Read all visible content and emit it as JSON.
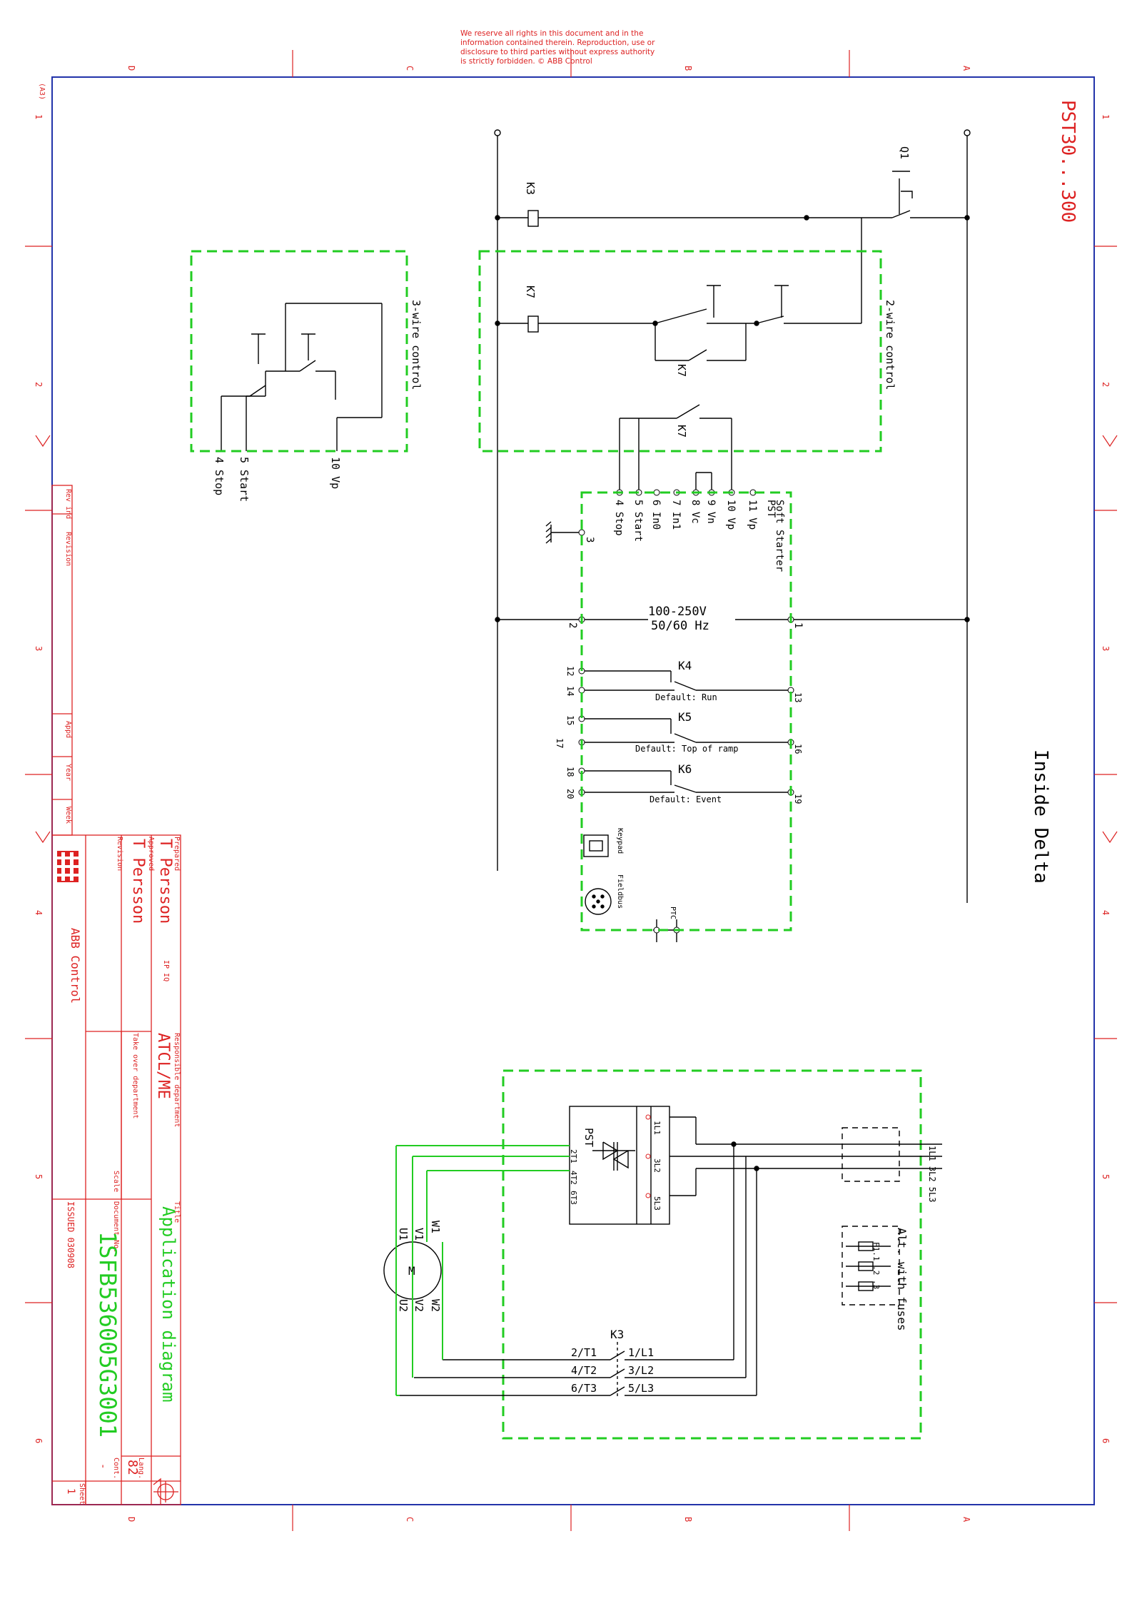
{
  "copyright": [
    "We reserve all rights in this document and in the",
    "information contained therein. Reproduction, use or",
    "disclosure to third parties without express authority",
    "is strictly forbidden. © ABB Control"
  ],
  "frame": {
    "col_letters": [
      "D",
      "C",
      "B",
      "A"
    ],
    "row_numbers": [
      "1",
      "2",
      "3",
      "4",
      "5",
      "6"
    ],
    "corner_mark": "(A3)"
  },
  "header": {
    "model": "PST30...300",
    "connection": "Inside Delta"
  },
  "controls": {
    "three_wire_label": "3-wire control",
    "two_wire_label": "2-wire control",
    "stop_terminal": "4 Stop",
    "start_terminal": "5 Start",
    "vp_terminal": "10 Vp",
    "k3": "K3",
    "k7": "K7",
    "q1": "Q1"
  },
  "soft_starter": {
    "title": "Soft Starter",
    "subtitle": "PST",
    "terminals": [
      "11 Vp",
      "10 Vp",
      "9 Vn",
      "8 Vc",
      "7 In1",
      "6 In0",
      "5 Start",
      "4 Stop"
    ],
    "ground_terminal": "3",
    "supply_label": [
      "100-250V",
      "50/60 Hz"
    ],
    "supply_terminals": [
      "2",
      "1"
    ],
    "relays": [
      {
        "name": "K4",
        "terminals": [
          "12",
          "14",
          "13"
        ],
        "default": "Default: Run"
      },
      {
        "name": "K5",
        "terminals": [
          "15",
          "17",
          "16"
        ],
        "default": "Default: Top of ramp"
      },
      {
        "name": "K6",
        "terminals": [
          "18",
          "20",
          "19"
        ],
        "default": "Default: Event"
      }
    ],
    "keypad": "Keypad",
    "fieldbus": "Fieldbus",
    "ptc": "PTC"
  },
  "power": {
    "pst_label": "PST",
    "line_terminals": [
      "1L1",
      "3L2",
      "5L3"
    ],
    "load_terminals": [
      "2T1",
      "4T2",
      "6T3"
    ],
    "supply_labels": "1L1 3L2 5L3",
    "fuse_label": "Alt. with fuses",
    "fuse_refs": "F1.1 .2 .3",
    "motor": "M",
    "motor_terms_top": [
      "U1",
      "V1",
      "W1"
    ],
    "motor_terms_bottom": [
      "U2",
      "V2",
      "W2"
    ],
    "contactor": "K3",
    "contactor_terms": [
      [
        "2/T1",
        "1/L1"
      ],
      [
        "4/T2",
        "3/L2"
      ],
      [
        "6/T3",
        "5/L3"
      ]
    ]
  },
  "title_block": {
    "prepared_lbl": "Prepared",
    "prepared": "T Persson",
    "approved_lbl": "Approved",
    "approved": "T Persson",
    "revision_lbl": "Revision",
    "company": "ABB Control",
    "ip_marks": "IP  IQ",
    "resp_dept_lbl": "Responsible department",
    "resp_dept": "ATCL/ME",
    "takeover_lbl": "Take over department",
    "scale_lbl": "Scale",
    "title_lbl": "Title",
    "title": "Application diagram",
    "doc_no_lbl": "Document No.",
    "doc_no": "1SFB536005G3001",
    "issued": "ISSUED 030908",
    "lang_lbl": "Lang.",
    "lang": "82",
    "cont_lbl": "Cont.",
    "cont": "-",
    "sheet_lbl": "Sheet",
    "sheet": "1",
    "rev_cols": [
      "Rev ind",
      "Revision",
      "Appd",
      "Year",
      "Week"
    ]
  },
  "colors": {
    "frame": "#2233aa",
    "red": "#dd2222",
    "green": "#22cc22",
    "line": "#000000"
  }
}
